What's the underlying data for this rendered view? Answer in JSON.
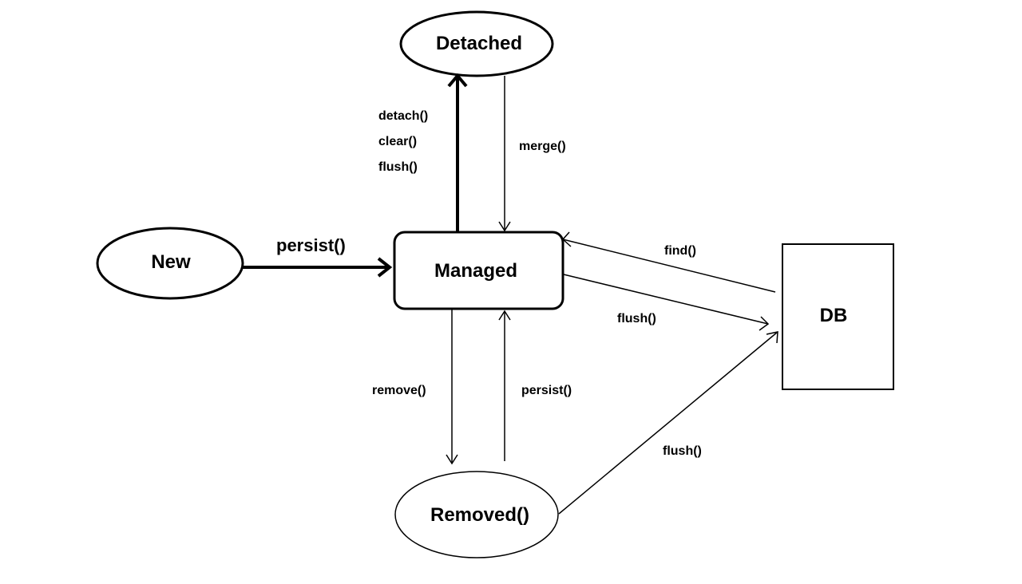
{
  "nodes": {
    "new": "New",
    "managed": "Managed",
    "detached": "Detached",
    "removed": "Removed()",
    "db": "DB"
  },
  "edges": {
    "new_to_managed": "persist()",
    "managed_to_detached": [
      "detach()",
      "clear()",
      "flush()"
    ],
    "detached_to_managed": "merge()",
    "managed_to_removed": "remove()",
    "removed_to_managed": "persist()",
    "db_to_managed": "find()",
    "managed_to_db": "flush()",
    "removed_to_db": "flush()"
  }
}
